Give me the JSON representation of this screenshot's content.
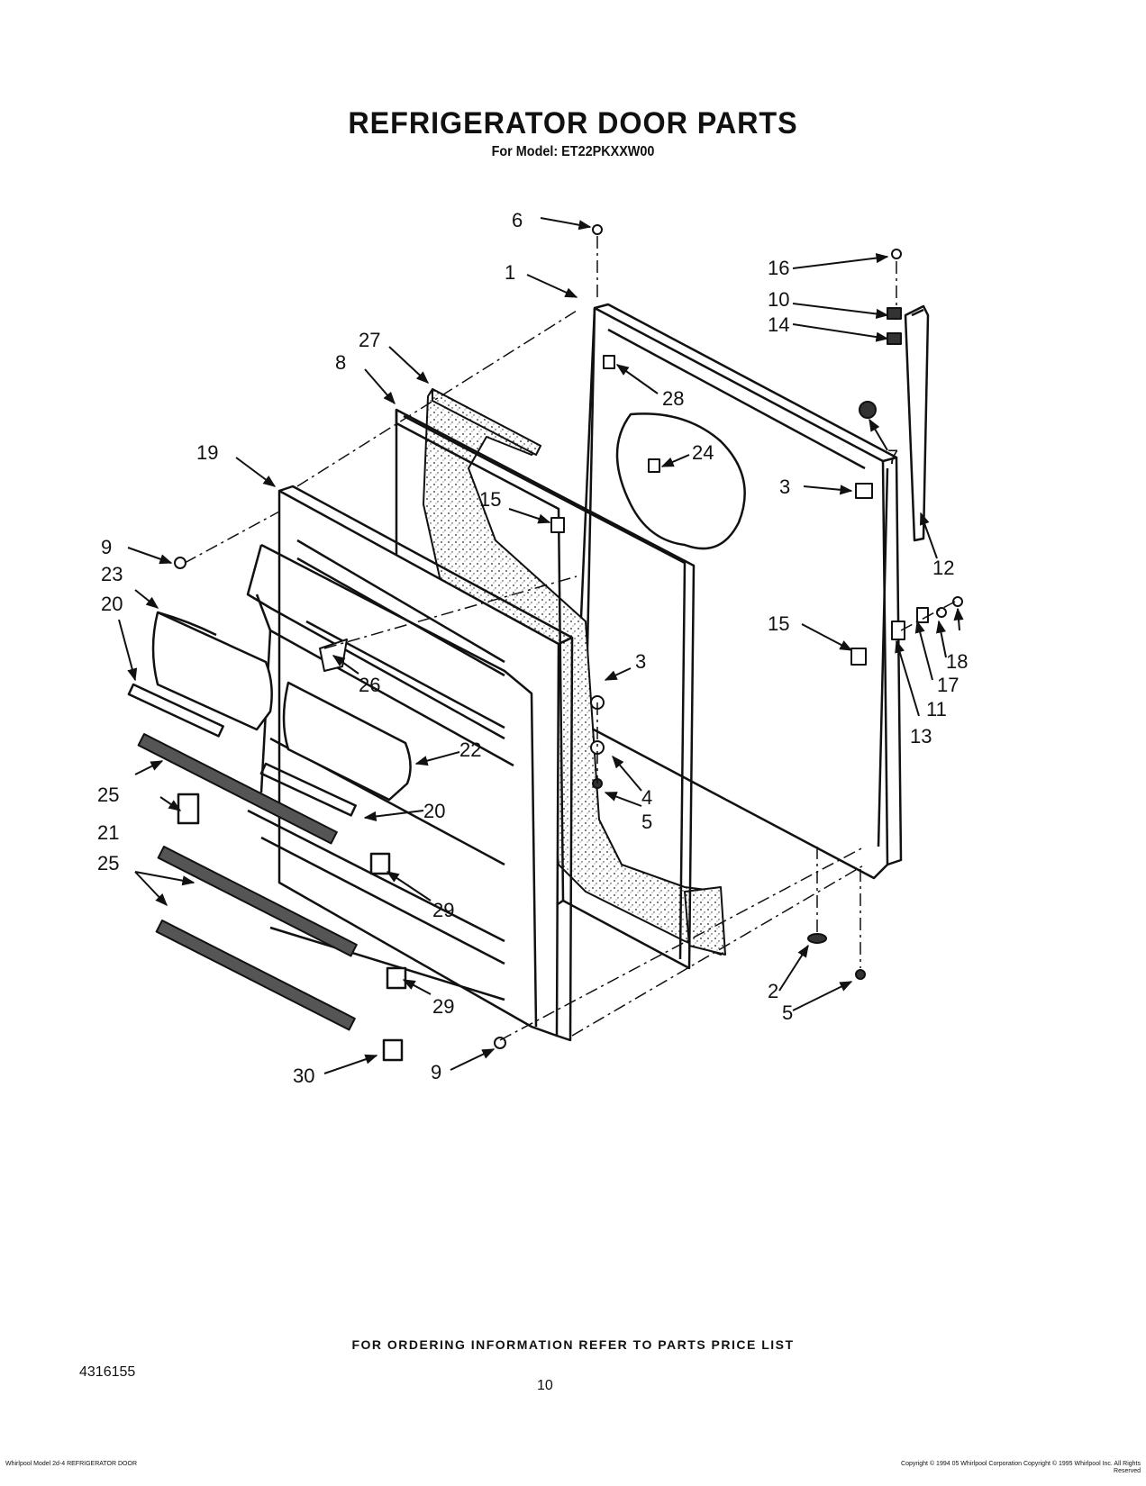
{
  "header": {
    "title": "REFRIGERATOR DOOR PARTS",
    "subtitle": "For Model: ET22PKXXW00"
  },
  "callouts": {
    "c1": "1",
    "c2": "2",
    "c3a": "3",
    "c3b": "3",
    "c4": "4",
    "c5a": "5",
    "c5b": "5",
    "c6": "6",
    "c7": "7",
    "c8": "8",
    "c9a": "9",
    "c9b": "9",
    "c10": "10",
    "c11": "11",
    "c12": "12",
    "c13": "13",
    "c14": "14",
    "c15a": "15",
    "c15b": "15",
    "c16": "16",
    "c17": "17",
    "c18": "18",
    "c19": "19",
    "c20a": "20",
    "c20b": "20",
    "c21": "21",
    "c22": "22",
    "c23": "23",
    "c24": "24",
    "c25a": "25",
    "c25b": "25",
    "c26": "26",
    "c27": "27",
    "c28": "28",
    "c29a": "29",
    "c29b": "29",
    "c30": "30"
  },
  "footer": {
    "ordering_note": "FOR ORDERING INFORMATION REFER TO PARTS PRICE LIST",
    "document_number": "4316155",
    "page_number": "10",
    "left_corner": "Whirlpool Model 2d-4 REFRIGERATOR DOOR",
    "right_corner": "Copyright © 1994 05 Whirlpool Corporation Copyright © 1995 Whirlpool Inc. All Rights Reserved"
  }
}
